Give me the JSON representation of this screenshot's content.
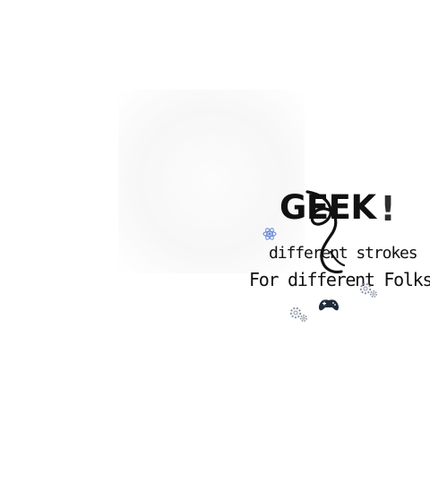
{
  "artwork": {
    "headline": "GEEK",
    "exclamation": "!",
    "line_1": "different strokes",
    "line_2": "For different Folks"
  },
  "icons": {
    "swirl": "swirl-stroke-icon",
    "atom": "atom-icon",
    "gamepad": "gamepad-icon",
    "gear_left": "gears-icon",
    "gear_right": "gears-icon"
  },
  "colors": {
    "text": "#111111",
    "exclamation": "#2e2e2e",
    "atom": "#6a88d8",
    "gamepad": "#1f2b3a",
    "gears": "#8c95a3"
  }
}
